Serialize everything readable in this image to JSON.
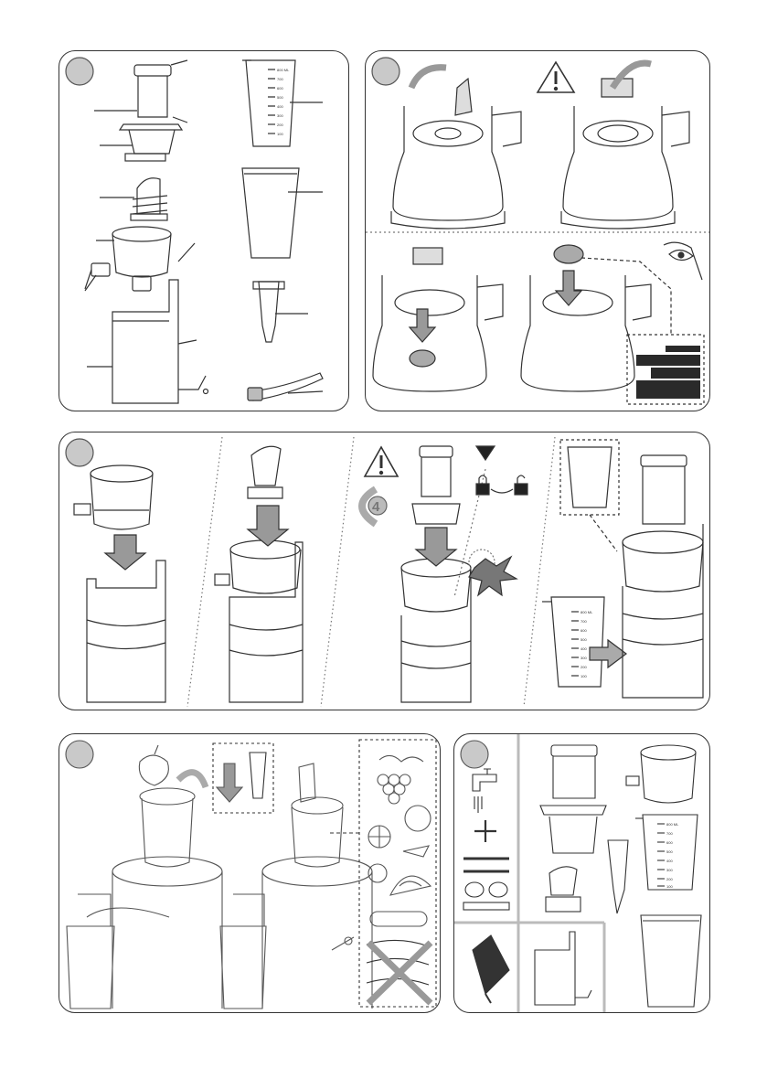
{
  "steps": [
    {
      "id": "panel-parts"
    },
    {
      "id": "panel-preparation"
    },
    {
      "id": "panel-assembly"
    },
    {
      "id": "panel-juicing"
    },
    {
      "id": "panel-cleaning"
    }
  ],
  "jug_scale": {
    "big": [
      "800 ML",
      "700",
      "600",
      "500",
      "400",
      "300",
      "200",
      "100"
    ],
    "small": [
      "800 ML",
      "700",
      "600",
      "500",
      "400",
      "300",
      "200",
      "100"
    ],
    "cleaning": [
      "800 ML",
      "700",
      "600",
      "500",
      "400",
      "300",
      "200",
      "100"
    ]
  },
  "icons": {
    "warning": "warning-triangle-icon",
    "lock": "lock-closed-icon",
    "unlock": "lock-open-icon",
    "eye": "eye-icon",
    "tap": "water-tap-icon",
    "dishwasher": "dishwasher-icon",
    "cloth": "cloth-icon"
  },
  "assembly": {
    "rotation_number": "4"
  }
}
